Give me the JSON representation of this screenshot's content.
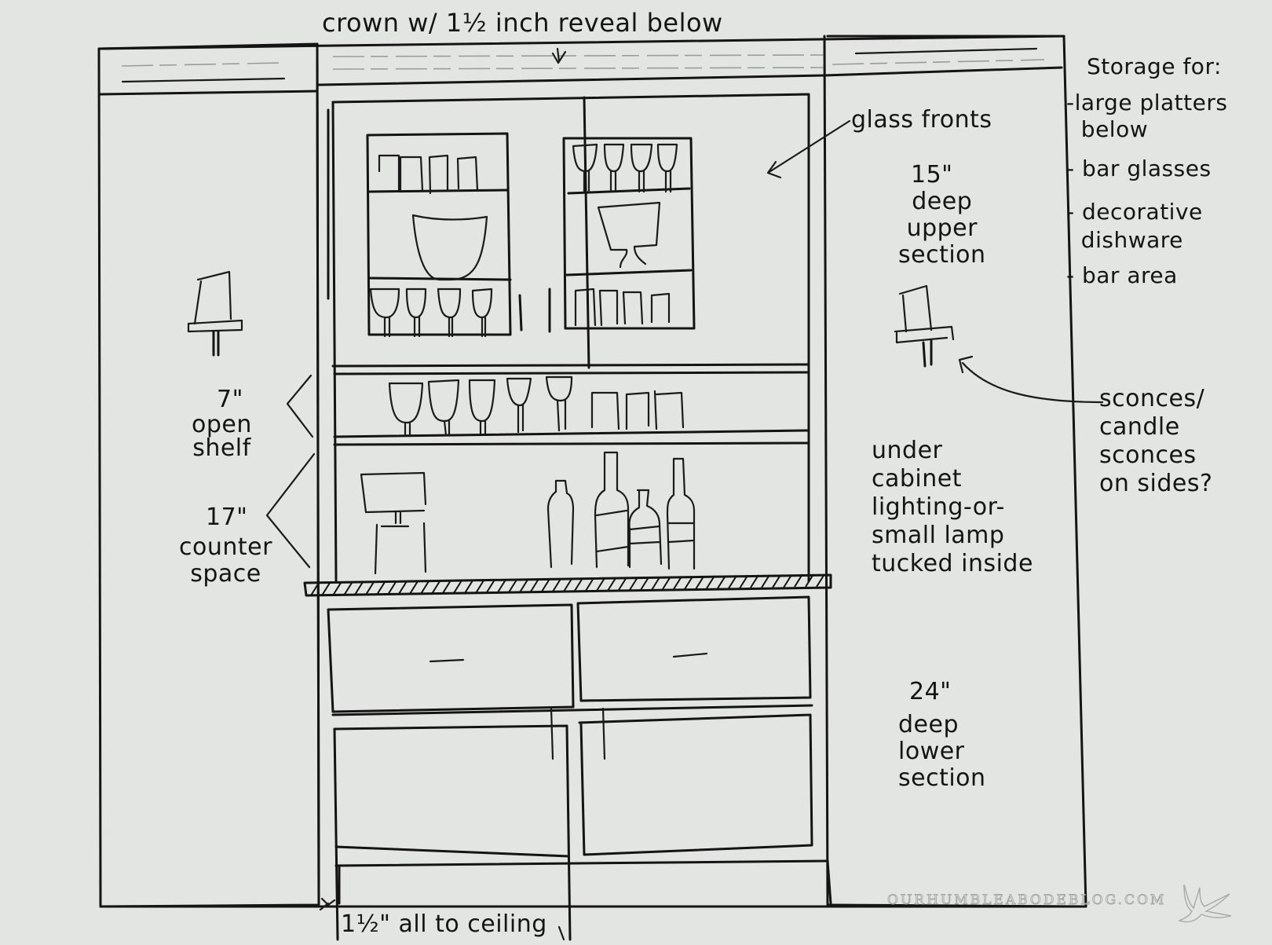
{
  "sketch": {
    "title": "Built-in bar hutch sketch",
    "paper_color": "#e3e5e2",
    "ink_color": "#141414"
  },
  "annotations": {
    "crown": "crown w/ 1½ inch reveal below",
    "glass_fronts": "glass fronts",
    "upper_depth": "15\"",
    "upper_desc": "deep\nupper\nsection",
    "storage_heading": "Storage for:",
    "storage_items": [
      "-large platters\n  below",
      "- bar glasses",
      "- decorative\n  dishware",
      "- bar area"
    ],
    "open_shelf_size": "7\"",
    "open_shelf_desc": "open\nshelf",
    "counter_size": "17\"",
    "counter_desc": "counter\nspace",
    "under_cabinet": "under\ncabinet\nlighting-or-\nsmall lamp\ntucked inside",
    "sconces": "sconces/\ncandle\nsconces\non sides?",
    "lower_depth": "24\"",
    "lower_desc": "deep\nlower\nsection",
    "ceiling_note": "1½\" all to ceiling"
  },
  "watermark": {
    "text": "OURHUMBLEABODEBLOG.COM",
    "icon": "swallow-bird-icon"
  },
  "cabinet": {
    "upper_doors": [
      {
        "side": "left",
        "top_shelf": "4 tumblers",
        "middle_shelf": "large bowl",
        "bottom_shelf": "4 wine glasses"
      },
      {
        "side": "right",
        "top_shelf": "4 wine glasses",
        "middle_shelf": "footed compote",
        "bottom_shelf": "4 tumblers"
      }
    ],
    "open_shelf": [
      "5 stemmed glasses",
      "3 tumblers"
    ],
    "counter": [
      "small lamp",
      "4 bottles"
    ],
    "lower": {
      "drawers": 2,
      "doors": 2
    }
  }
}
